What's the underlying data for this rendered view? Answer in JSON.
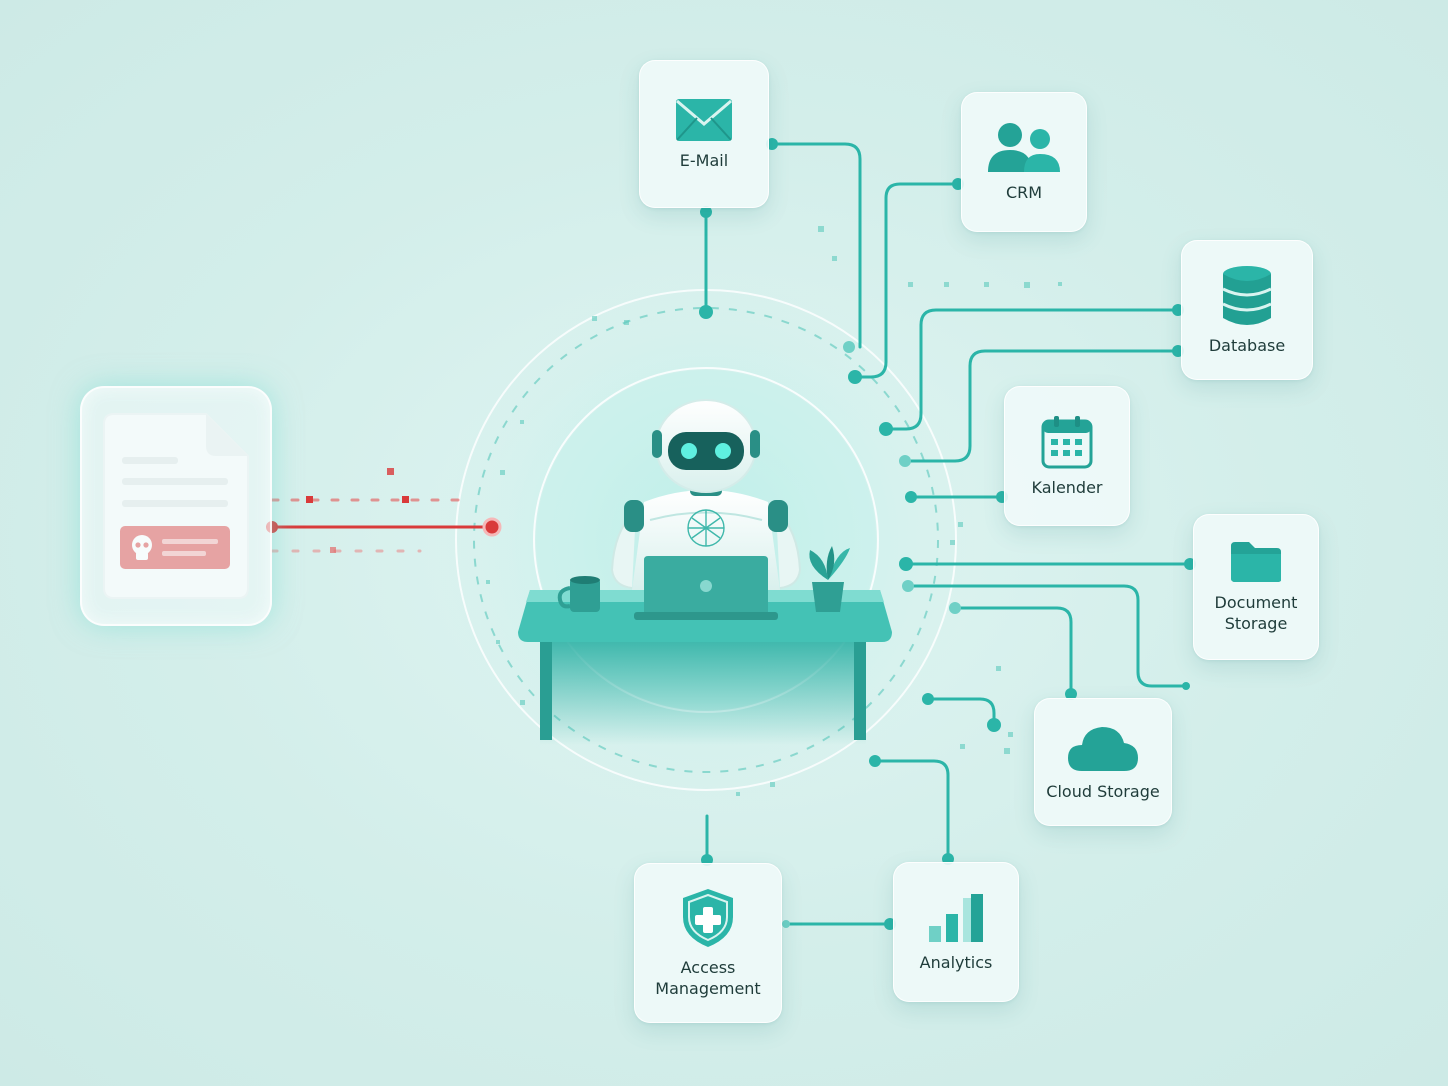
{
  "nodes": {
    "email": {
      "label": "E-Mail",
      "icon": "envelope-icon"
    },
    "crm": {
      "label": "CRM",
      "icon": "users-icon"
    },
    "database": {
      "label": "Database",
      "icon": "database-icon"
    },
    "calendar": {
      "label": "Kalender",
      "icon": "calendar-icon"
    },
    "document_storage": {
      "label_line1": "Document",
      "label_line2": "Storage",
      "icon": "folder-icon"
    },
    "cloud_storage": {
      "label": "Cloud Storage",
      "icon": "cloud-icon"
    },
    "analytics": {
      "label": "Analytics",
      "icon": "bar-chart-icon"
    },
    "access_management": {
      "label_line1": "Access",
      "label_line2": "Management",
      "icon": "shield-plus-icon"
    }
  },
  "center": {
    "icon": "robot-at-laptop-icon"
  },
  "threat": {
    "icon": "malicious-document-icon",
    "badge_icon": "skull-icon"
  },
  "colors": {
    "background": "#d3eeea",
    "teal": "#2bb5a8",
    "teal_dark": "#1e9b90",
    "threat_red": "#d93a3a",
    "label_text": "#1f3c3a"
  }
}
